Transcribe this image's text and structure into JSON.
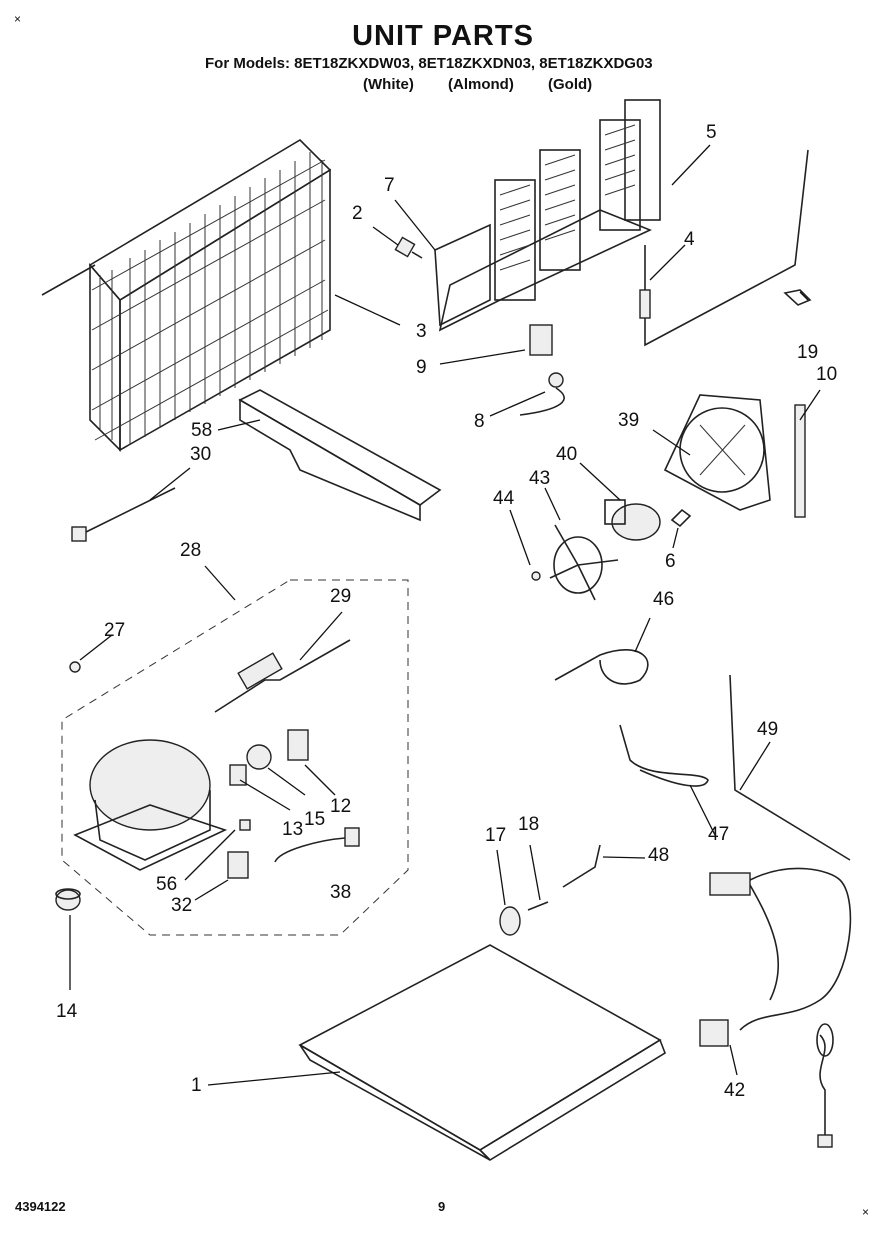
{
  "header": {
    "title": "UNIT PARTS",
    "models_line": "For Models: 8ET18ZKXDW03, 8ET18ZKXDN03, 8ET18ZKXDG03",
    "color_white": "(White)",
    "color_almond": "(Almond)",
    "color_gold": "(Gold)"
  },
  "callouts": {
    "c1": "1",
    "c2": "2",
    "c3": "3",
    "c4": "4",
    "c5": "5",
    "c6": "6",
    "c7": "7",
    "c8": "8",
    "c9": "9",
    "c10": "10",
    "c12": "12",
    "c13": "13",
    "c14": "14",
    "c15": "15",
    "c17": "17",
    "c18": "18",
    "c19": "19",
    "c27": "27",
    "c28": "28",
    "c29": "29",
    "c30": "30",
    "c32": "32",
    "c38": "38",
    "c39": "39",
    "c40": "40",
    "c42": "42",
    "c43": "43",
    "c44": "44",
    "c46": "46",
    "c47": "47",
    "c48": "48",
    "c49": "49",
    "c56": "56",
    "c58": "58"
  },
  "footer": {
    "doc_number": "4394122",
    "page_number": "9"
  }
}
